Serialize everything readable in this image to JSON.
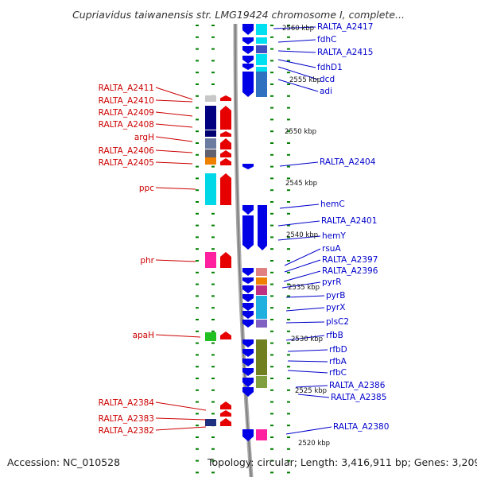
{
  "title": "Cupriavidus taiwanensis str. LMG19424 chromosome I, complete...",
  "footer": {
    "accession": "Accession: NC_010528",
    "topology": "Topology: circular; Length: 3,416,911 bp; Genes: 3,209"
  },
  "colors": {
    "left_genes": "#e60000",
    "right_genes": "#0000e6",
    "backbone": "#9a9a9a",
    "ticks": "#008000"
  },
  "scale_labels": [
    "2560 kbp",
    "2555 kbp",
    "2550 kbp",
    "2545 kbp",
    "2540 kbp",
    "2535 kbp",
    "2530 kbp",
    "2525 kbp",
    "2520 kbp"
  ],
  "left_labels": [
    "RALTA_A2411",
    "RALTA_A2410",
    "RALTA_A2409",
    "RALTA_A2408",
    "argH",
    "RALTA_A2406",
    "RALTA_A2405",
    "ppc",
    "phr",
    "apaH",
    "RALTA_A2384",
    "RALTA_A2383",
    "RALTA_A2382"
  ],
  "right_labels": [
    "RALTA_A2417",
    "fdhC",
    "RALTA_A2415",
    "fdhD1",
    "dcd",
    "adi",
    "RALTA_A2404",
    "hemC",
    "RALTA_A2401",
    "hemY",
    "rsuA",
    "RALTA_A2397",
    "RALTA_A2396",
    "pyrR",
    "pyrB",
    "pyrX",
    "plsC2",
    "rfbB",
    "rfbD",
    "rfbA",
    "rfbC",
    "RALTA_A2386",
    "RALTA_A2385",
    "RALTA_A2380"
  ]
}
